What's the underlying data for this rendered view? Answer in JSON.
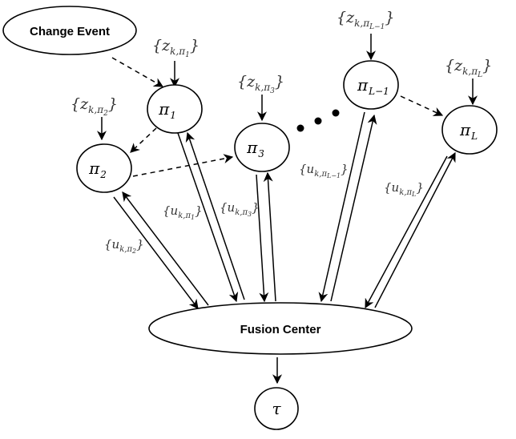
{
  "nodes": {
    "change_event": "Change Event",
    "fusion_center": "Fusion Center",
    "tau": "τ",
    "pi1": {
      "base": "π",
      "sub": "1"
    },
    "pi2": {
      "base": "π",
      "sub": "2"
    },
    "pi3": {
      "base": "π",
      "sub": "3"
    },
    "piL1": {
      "base": "π",
      "sub": "L−1"
    },
    "piL": {
      "base": "π",
      "sub": "L"
    }
  },
  "observations": {
    "pi1": {
      "base": "{z",
      "sub": "k,π",
      "subsub": "1",
      "close": "}"
    },
    "pi2": {
      "base": "{z",
      "sub": "k,π",
      "subsub": "2",
      "close": "}"
    },
    "pi3": {
      "base": "{z",
      "sub": "k,π",
      "subsub": "3",
      "close": "}"
    },
    "piL1": {
      "base": "{z",
      "sub": "k,π",
      "subsub": "L−1",
      "close": "}"
    },
    "piL": {
      "base": "{z",
      "sub": "k,π",
      "subsub": "L",
      "close": "}"
    }
  },
  "messages": {
    "pi1": {
      "base": "{u",
      "sub": "k,π",
      "subsub": "1",
      "close": "}"
    },
    "pi2": {
      "base": "{u",
      "sub": "k,π",
      "subsub": "2",
      "close": "}"
    },
    "pi3": {
      "base": "{u",
      "sub": "k,π",
      "subsub": "3",
      "close": "}"
    },
    "piL1": {
      "base": "{u",
      "sub": "k,π",
      "subsub": "L−1",
      "close": "}"
    },
    "piL": {
      "base": "{u",
      "sub": "k,π",
      "subsub": "L",
      "close": "}"
    }
  }
}
